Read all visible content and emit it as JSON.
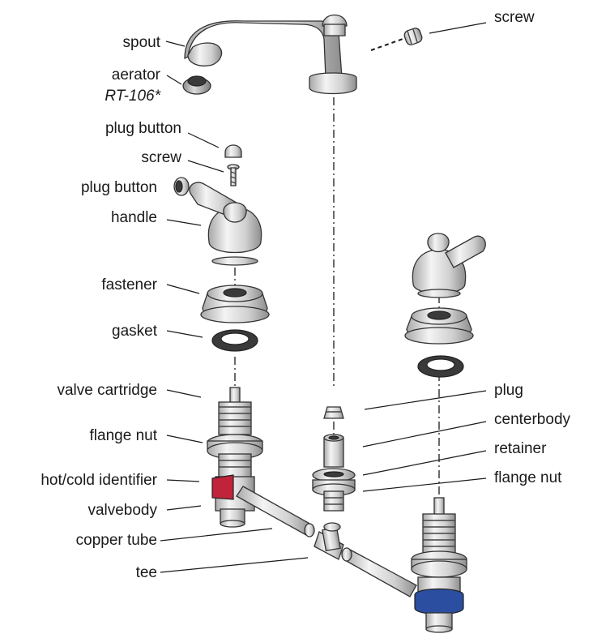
{
  "labels": {
    "spout": "spout",
    "aerator": "aerator",
    "aerator_part": "RT-106*",
    "plug_button_top": "plug button",
    "screw_left": "screw",
    "plug_button_side": "plug button",
    "handle": "handle",
    "fastener": "fastener",
    "gasket": "gasket",
    "valve_cartridge": "valve cartridge",
    "flange_nut_left": "flange nut",
    "hot_cold_identifier": "hot/cold identifier",
    "valvebody": "valvebody",
    "copper_tube": "copper tube",
    "tee": "tee",
    "screw_right": "screw",
    "plug": "plug",
    "centerbody": "centerbody",
    "retainer": "retainer",
    "flange_nut_right": "flange nut"
  },
  "colors": {
    "hot_identifier": "#c0233a",
    "cold_identifier": "#2b4ea0",
    "metal_light": "#f2f2f2",
    "metal_dark": "#9a9a9a",
    "gasket": "#3a3a3a"
  }
}
